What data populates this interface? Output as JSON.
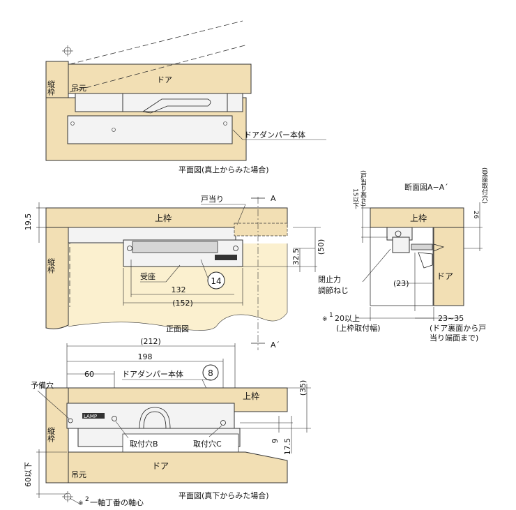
{
  "top_plan": {
    "door": "ドア",
    "hinge_base": "吊元",
    "jamb": "縦枠",
    "damper_body": "ドアダンパー本体",
    "caption": "平面図(真上からみた場合)"
  },
  "front": {
    "door_stop": "戸当り",
    "head_frame": "上枠",
    "jamb": "縦枠",
    "receiver": "受座",
    "dim_19_5": "19.5",
    "dim_32_5": "32.5",
    "dim_50": "(50)",
    "dim_132": "132",
    "dim_152": "(152)",
    "item_14": "14",
    "caption": "正面図",
    "section_a": "A",
    "section_a2": "A´"
  },
  "section": {
    "title": "断面図A−A´",
    "head_frame": "上枠",
    "door": "ドア",
    "v_label_left": "15以下",
    "v_label_left2": "(戸当り高さ)",
    "v_label_right": "26",
    "v_label_right2": "(受座取付穴)",
    "close_force": "閉止力",
    "adjust_screw": "調節ねじ",
    "dim_23": "(23)",
    "note1_prefix": "※",
    "note1_sup": "1",
    "note1_text": "20以上",
    "note1_text2": "(上枠取付幅)",
    "range": "23~35",
    "range_note1": "(ドア裏面から戸",
    "range_note2": "当り端面まで)"
  },
  "bottom_plan": {
    "dim_212": "(212)",
    "dim_198": "198",
    "dim_60": "60",
    "damper_body": "ドアダンパー本体",
    "item_8": "8",
    "spare_hole": "予備穴",
    "head_frame": "上枠",
    "jamb": "縦枠",
    "hole_b": "取付穴B",
    "hole_c": "取付穴C",
    "dim_35": "(35)",
    "dim_9": "9",
    "dim_17_5": "17.5",
    "door": "ドア",
    "hinge_base": "吊元",
    "dim_60_below": "60以下",
    "note2_prefix": "※",
    "note2_sup": "2",
    "note2_text": "一軸丁番の軸心",
    "caption": "平面図(真下からみた場合)",
    "logo_text": "LAMP"
  }
}
